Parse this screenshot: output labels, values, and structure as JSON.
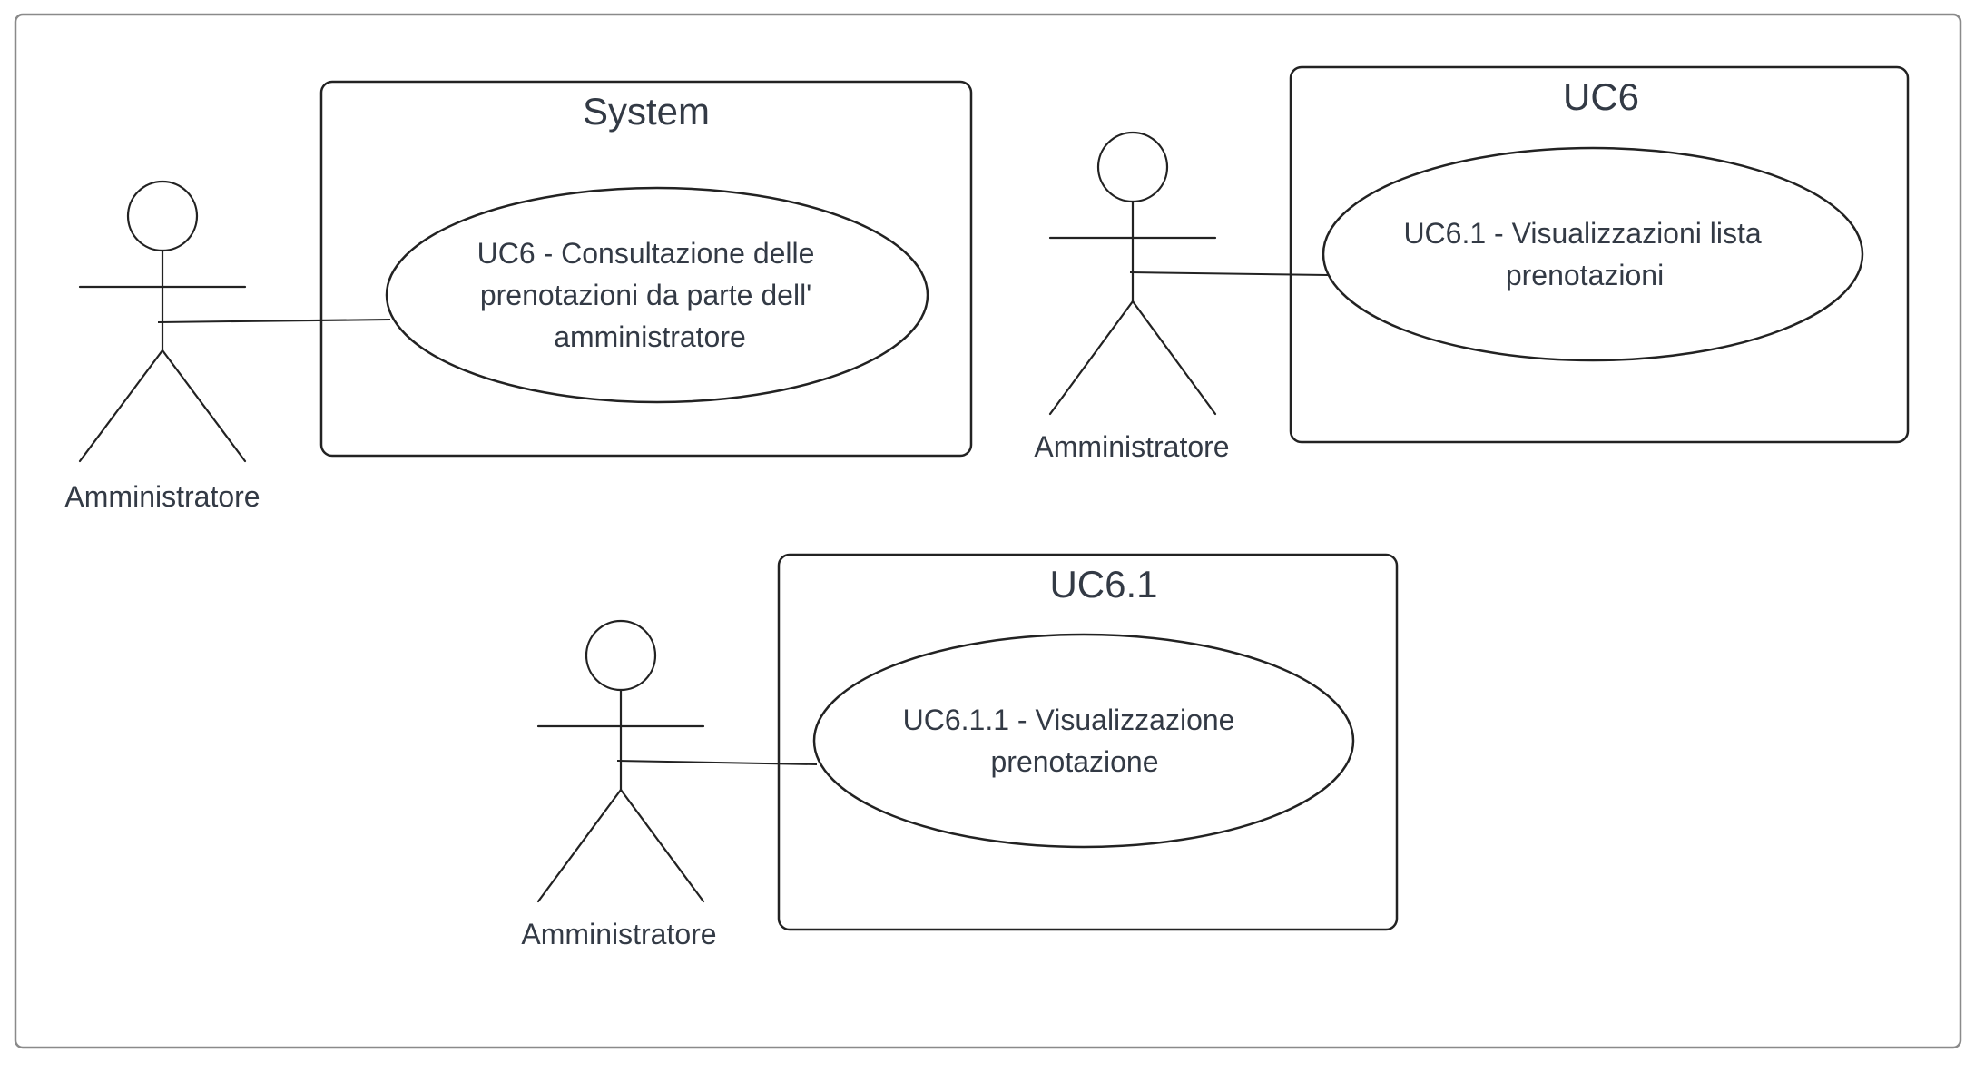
{
  "diagram": {
    "type": "uml-use-case",
    "colors": {
      "outer_border": "#8a8a8a",
      "stroke": "#222222",
      "text": "#333a45",
      "background": "#ffffff"
    },
    "panels": [
      {
        "boundary_title": "System",
        "actor_label": "Amministratore",
        "use_case_lines": [
          "UC6 - Consultazione delle",
          "prenotazioni da parte dell'",
          "amministratore"
        ]
      },
      {
        "boundary_title": "UC6",
        "actor_label": "Amministratore",
        "use_case_lines": [
          "UC6.1 - Visualizzazioni lista",
          "prenotazioni"
        ]
      },
      {
        "boundary_title": "UC6.1",
        "actor_label": "Amministratore",
        "use_case_lines": [
          "UC6.1.1 - Visualizzazione",
          "prenotazione"
        ]
      }
    ]
  }
}
